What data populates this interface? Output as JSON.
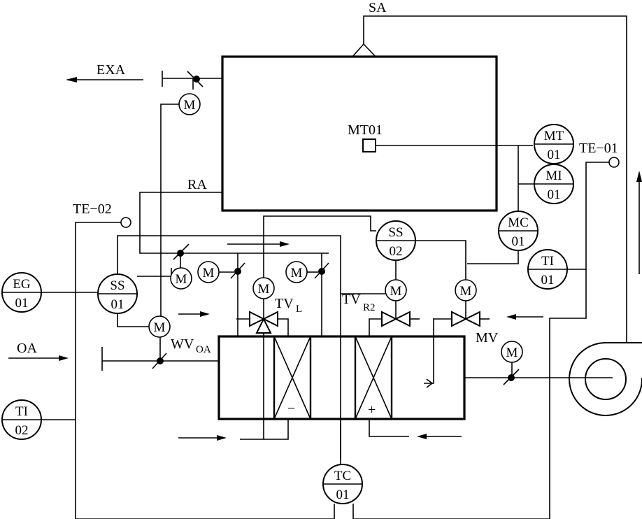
{
  "labels": {
    "sa": "SA",
    "exa": "EXA",
    "ra": "RA",
    "oa": "OA",
    "mt01": "MT01",
    "te01": "TE−01",
    "te02": "TE−02",
    "tvl": "TV",
    "tvl_sub": "L",
    "tvr": "TV",
    "tvr_sub": "R2",
    "wv": "WV",
    "wv_sub": "OA",
    "mv": "MV",
    "minus": "−",
    "plus": "+",
    "motor": "M"
  },
  "instruments": {
    "mt01": {
      "top": "MT",
      "bottom": "01"
    },
    "mi01": {
      "top": "MI",
      "bottom": "01"
    },
    "mc01": {
      "top": "MC",
      "bottom": "01"
    },
    "ti01": {
      "top": "TI",
      "bottom": "01"
    },
    "ss02": {
      "top": "SS",
      "bottom": "02"
    },
    "ss01": {
      "top": "SS",
      "bottom": "01"
    },
    "eg01": {
      "top": "EG",
      "bottom": "01"
    },
    "ti02": {
      "top": "TI",
      "bottom": "02"
    },
    "tc01": {
      "top": "TC",
      "bottom": "01"
    }
  }
}
